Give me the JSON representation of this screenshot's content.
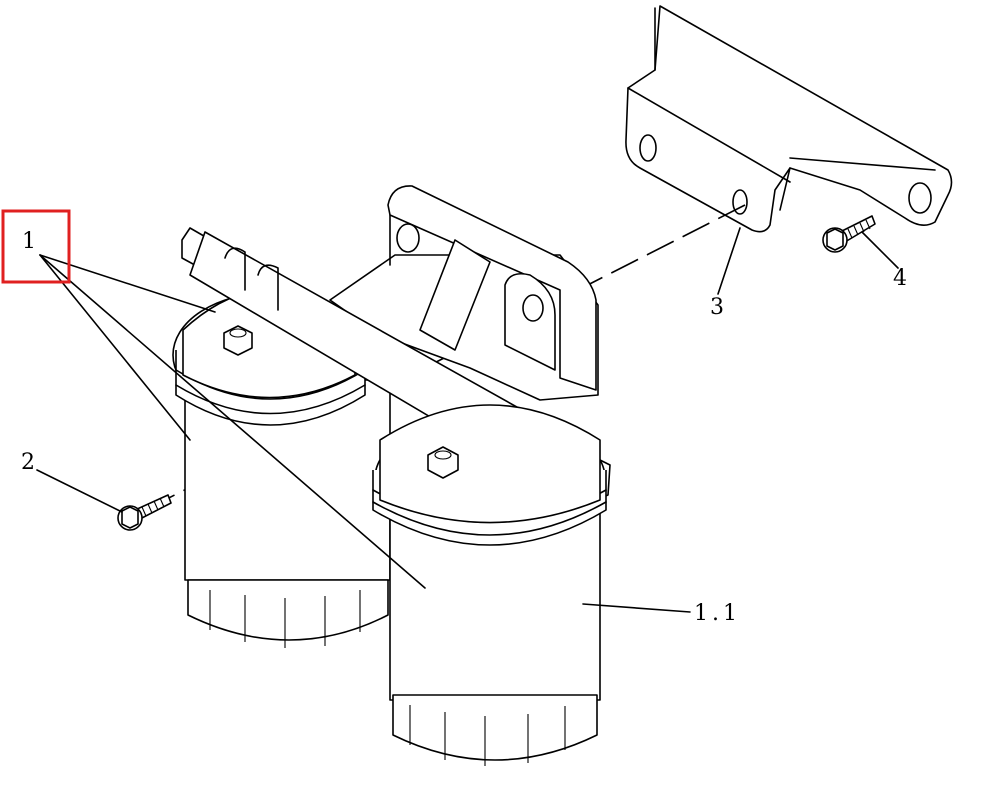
{
  "diagram": {
    "callouts": {
      "filter_assembly": "1",
      "filter_cartridge": "1.1",
      "mounting_bolt": "2",
      "bracket": "3",
      "bracket_bolt": "4"
    },
    "highlight_color": "#e02020"
  }
}
